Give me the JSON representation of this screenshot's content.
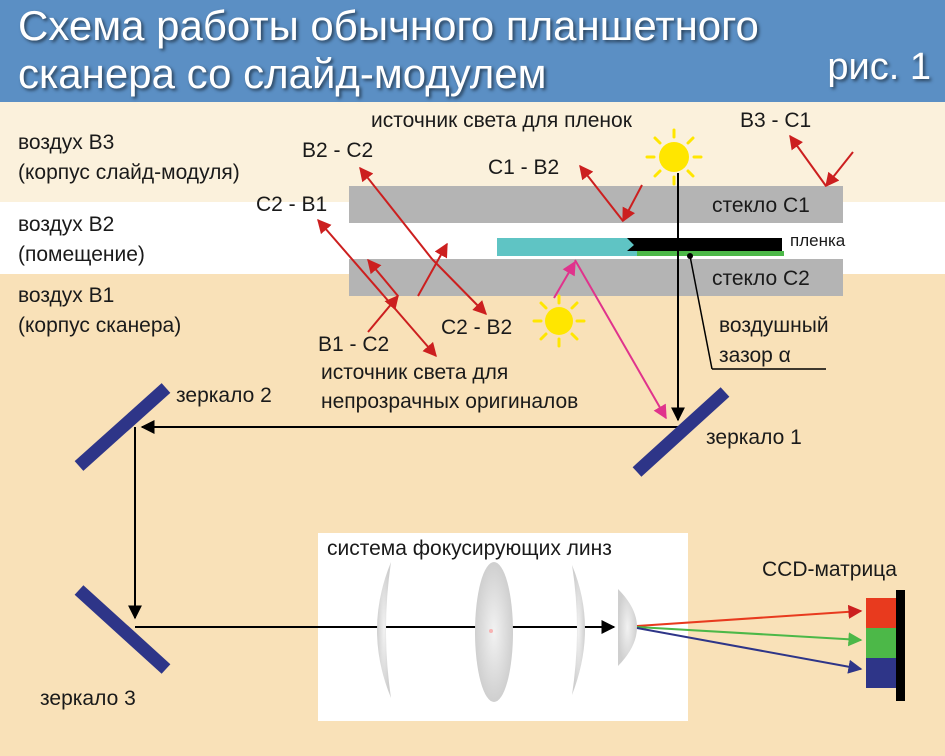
{
  "header": {
    "title_line1": "Схема работы обычного планшетного",
    "title_line2": "сканера со слайд-модулем",
    "figure_label": "рис. 1"
  },
  "zones": {
    "b3_line1": "воздух В3",
    "b3_line2": "(корпус слайд-модуля)",
    "b2_line1": "воздух В2",
    "b2_line2": "(помещение)",
    "b1_line1": "воздух В1",
    "b1_line2": "(корпус сканера)"
  },
  "labels": {
    "film_light_source": "источник света для пленок",
    "opaque_light_source_line1": "источник света для",
    "opaque_light_source_line2": "непрозрачных оригиналов",
    "glass_c1": "стекло С1",
    "glass_c2": "стекло С2",
    "film": "пленка",
    "air_gap_line1": "воздушный",
    "air_gap_line2": "зазор α",
    "lens_system": "система фокусирующих линз",
    "ccd": "CCD-матрица",
    "mirror1": "зеркало 1",
    "mirror2": "зеркало 2",
    "mirror3": "зеркало 3"
  },
  "interfaces": {
    "b3_c1": "В3 - С1",
    "c1_b2": "С1 - В2",
    "b2_c2": "В2 - С2",
    "c2_b1": "С2 - В1",
    "b1_c2": "В1 - С2",
    "c2_b2": "С2 - В2"
  },
  "colors": {
    "header": "#5b8fc4",
    "air_b3": "#fbf1dc",
    "air_b2": "#ffffff",
    "air_b1": "#f9e1b8",
    "glass": "#b4b4b4",
    "film_base": "#5fc4c4",
    "film_emulsion": "#000000",
    "mirror": "#2e3588",
    "reflection_ray": "#cc1f1f",
    "film_light_ray": "#000000",
    "opaque_light_ray": "#e0338c",
    "sun": "#ffe600",
    "ccd_red": "#e83a1e",
    "ccd_green": "#4cb848",
    "ccd_blue": "#2e3588"
  }
}
